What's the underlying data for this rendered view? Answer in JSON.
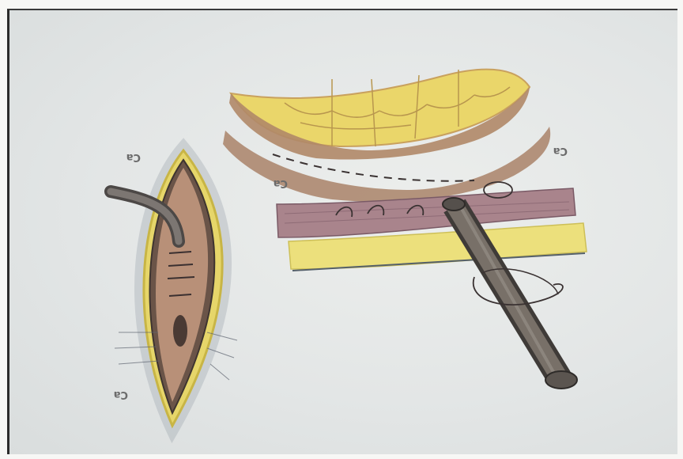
{
  "illustration": {
    "labels": {
      "left_top": "Ca",
      "left_bottom": "Ca",
      "right_left": "Ca",
      "right_right": "Ca"
    },
    "colors": {
      "background": "#e3e6e6",
      "fat_yellow": "#e8d870",
      "wound_brown": "#b58d74",
      "muscle_mauve": "#a8848a",
      "tube_gray": "#6e6862"
    }
  }
}
